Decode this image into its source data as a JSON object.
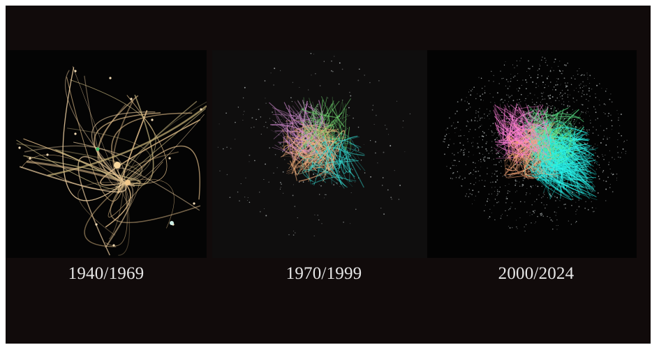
{
  "panels": [
    {
      "label": "1940/1969",
      "palette": [
        "#e9c48f",
        "#f2d2a4",
        "#c8a878",
        "#bfae7a",
        "#3fbf6a"
      ],
      "density": "sparse"
    },
    {
      "label": "1970/1999",
      "palette": [
        "#f7b27e",
        "#33d9d0",
        "#d68fd6",
        "#6fd46f",
        "#ffd3a8"
      ],
      "density": "medium"
    },
    {
      "label": "2000/2024",
      "palette": [
        "#ff7fd9",
        "#ffa978",
        "#28f0e8",
        "#5de88a",
        "#ffffff"
      ],
      "density": "dense"
    }
  ],
  "background": "#110b0b"
}
